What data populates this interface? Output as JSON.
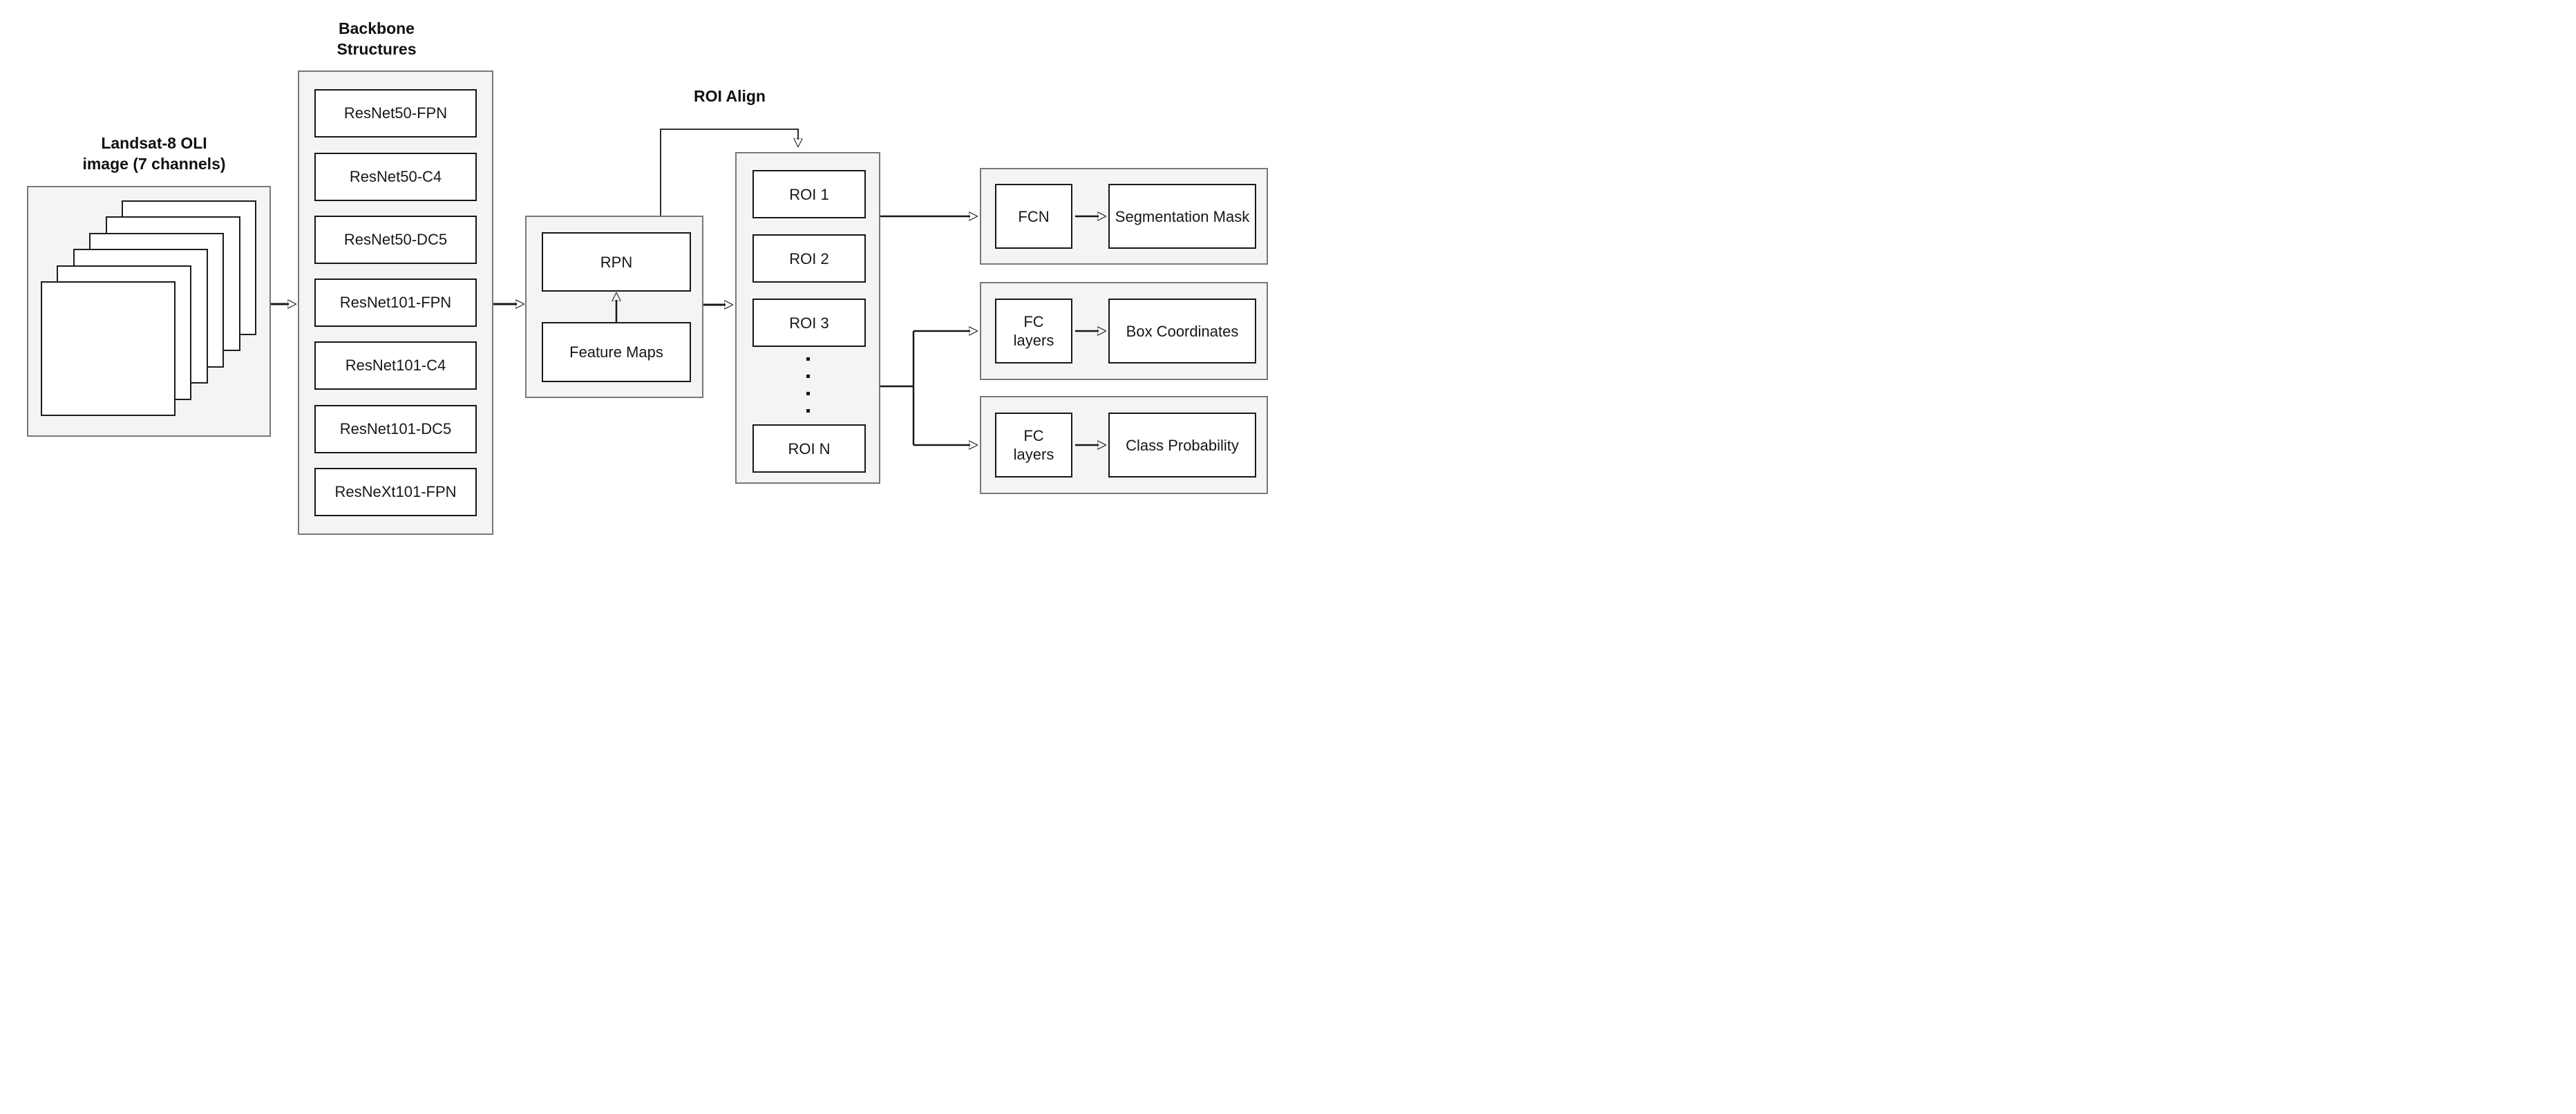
{
  "landsat": {
    "label_line1": "Landsat-8 OLI",
    "label_line2": "image (7 channels)",
    "layer_count": 6
  },
  "backbone": {
    "title_line1": "Backbone",
    "title_line2": "Structures",
    "items": [
      "ResNet50-FPN",
      "ResNet50-C4",
      "ResNet50-DC5",
      "ResNet101-FPN",
      "ResNet101-C4",
      "ResNet101-DC5",
      "ResNeXt101-FPN"
    ]
  },
  "rpn": {
    "rpn_label": "RPN",
    "feature_maps_label": "Feature Maps"
  },
  "roi_align": {
    "label": "ROI Align"
  },
  "roi": {
    "items": [
      "ROI 1",
      "ROI 2",
      "ROI 3"
    ],
    "dots_count": 4,
    "last_item": "ROI N"
  },
  "heads": [
    {
      "name": "mask",
      "input_line1": "FCN",
      "input_line2": "",
      "output": "Segmentation Mask"
    },
    {
      "name": "box",
      "input_line1": "FC",
      "input_line2": "layers",
      "output": "Box Coordinates"
    },
    {
      "name": "class",
      "input_line1": "FC",
      "input_line2": "layers",
      "output": "Class Probability"
    }
  ],
  "colors": {
    "container_fill": "#f4f4f4",
    "container_border": "#787878",
    "box_fill": "#ffffff",
    "box_border": "#171717",
    "line": "#171717"
  }
}
